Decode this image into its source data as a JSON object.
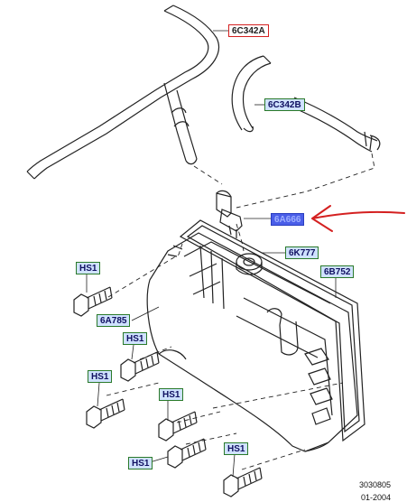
{
  "labels": {
    "hose_upper": "6C342A",
    "hose_mid": "6C342B",
    "valve": "6A666",
    "grommet": "6K777",
    "gasket": "6B752",
    "cover": "6A785",
    "hs1_a": "HS1",
    "hs1_b": "HS1",
    "hs1_c": "HS1",
    "hs1_d": "HS1",
    "hs1_e": "HS1",
    "hs1_f": "HS1"
  },
  "footer": {
    "code": "3030805",
    "date": "01-2004"
  },
  "colors": {
    "callout_border": "#2a7a2a",
    "callout_fill": "#cfe2ff",
    "arrow": "#d42020",
    "selected": "#4a5ee8"
  }
}
